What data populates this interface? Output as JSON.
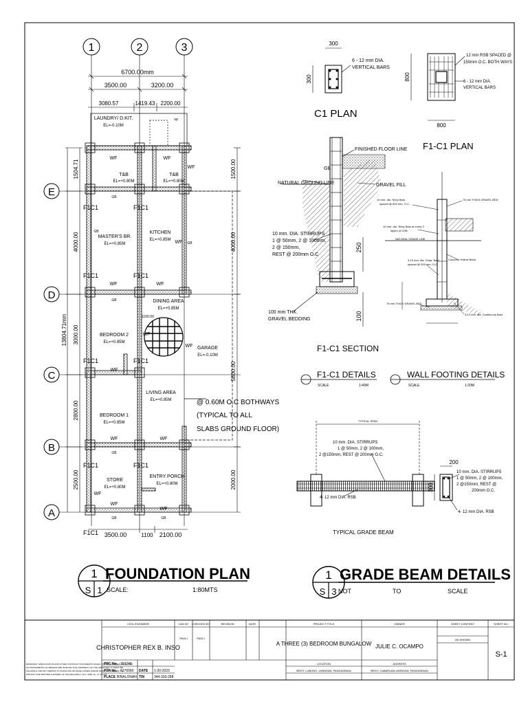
{
  "foundation_plan": {
    "grid_columns": [
      "1",
      "2",
      "3"
    ],
    "grid_rows": [
      "E",
      "D",
      "C",
      "B",
      "A"
    ],
    "dim_total_width": "6700.00mm",
    "dim_width_1": "3500.00",
    "dim_width_2": "3200.00",
    "dim_sub_1": "3080.57",
    "dim_sub_2": "1419.43",
    "dim_sub_3": "2200.00",
    "dim_bottom_1": "3500.00",
    "dim_bottom_2": "1100",
    "dim_bottom_3": "2100.00",
    "dim_total_height": "13804.71mm",
    "dim_left_1": "1504.71",
    "dim_left_2": "4000.00",
    "dim_left_3": "3000.00",
    "dim_left_4": "2800.00",
    "dim_left_5": "2500.00",
    "dim_right_1": "1500.00",
    "dim_right_2": "4000.00",
    "dim_right_3": "5800.00",
    "dim_right_4": "2000.00",
    "dim_small": "1100.00",
    "rooms": {
      "laundry": "LAUNDRY/ D.KIT.",
      "laundry_el": "EL=-0.10M",
      "tb1": "T&B",
      "tb1_el": "EL=+0.80M",
      "tb2": "T&B",
      "tb2_el": "EL=+0.80M",
      "masters": "MASTER'S BR.",
      "masters_el": "EL=+0.85M",
      "kitchen": "KITCHEN",
      "kitchen_el": "EL=+0.85M",
      "dining": "DINING AREA",
      "dining_el": "EL=+0.85M",
      "bedroom2": "BEDROOM 2",
      "bedroom2_el": "EL=+0.85M",
      "garage": "GARAGE",
      "garage_el": "EL=-0.10M",
      "living": "LIVING AREA",
      "living_el": "EL=+0.85M",
      "bedroom1": "BEDROOM 1",
      "bedroom1_el": "EL=+0.85M",
      "store": "STORE",
      "store_el": "EL=+0.80M",
      "entry": "ENTRY PORCH",
      "entry_el": "EL=+0.80M"
    },
    "footing_tag": "F1C1",
    "wall_tag": "WF",
    "gb_tag": "GB",
    "up_tag": "up",
    "slab_note_1": "@ 0.60M O.C BOTHWAYS",
    "slab_note_2": "(TYPICAL TO ALL",
    "slab_note_3": "SLABS GROUND FLOOR)",
    "title_num": "1",
    "title": "FOUNDATION PLAN",
    "title_sheet_s": "S",
    "title_sheet_n": "1",
    "scale_label": "SCALE:",
    "scale_value": "1:80MTS"
  },
  "c1_plan": {
    "dim_top": "300",
    "dim_side": "300",
    "note_1": "6 - 12 mm DIA.",
    "note_2": "VERTICAL BARS",
    "title": "C1 PLAN"
  },
  "f1c1_plan": {
    "dim_side": "800",
    "dim_bottom": "800",
    "note_1": "12 mm RSB SPACED @",
    "note_2": "150mm O.C. BOTH WAYS",
    "note_3": "6 - 12 mm DIA.",
    "note_4": "VERTICAL BARS",
    "title": "F1-C1 PLAN"
  },
  "f1c1_section": {
    "finished_floor": "FINISHED FLOOR LINE",
    "gb": "GB",
    "natural_ground": "NATURAL GROUND LINE",
    "gravel_fill": "GRAVEL FILL",
    "stirrup_1": "10 mm. DIA. STIRRUPS",
    "stirrup_2": "1 @ 50mm, 2 @ 100mm,",
    "stirrup_3": "2 @ 150mm,",
    "stirrup_4": "REST @ 200mm O.C",
    "dim_250": "250",
    "dim_100": "100",
    "gravel_1": "100 mm THK.",
    "gravel_2": "GRAVEL BEDDING",
    "title": "F1-C1 SECTION"
  },
  "f1c1_details": {
    "title": "F1-C1 DETAILS",
    "scale_label": "SCALE",
    "scale_value": "1:40M"
  },
  "wall_footing": {
    "note_1": "10 mm. dia. Temp Bars",
    "note_2": "spaced @ 600 mm. O.C.",
    "note_3": "75 mm THICK GRAVEL BED",
    "note_4": "10 mm. dia. Temp Bars at every 3",
    "note_5": "layers of CHB",
    "note_6": "NATURAL GRADE LINE",
    "note_7": "3-10 mm. dia. Temp. Bars",
    "note_8": "spaced @ 300 mm. O.C.",
    "note_9": "Concrete Hollow Block",
    "note_10": "75 mm THICK GRAVEL BED",
    "note_11": "3-10 mm. dia. Continuous Bars",
    "title": "WALL FOOTING DETAILS",
    "scale_label": "SCALE",
    "scale_value": "1:20M"
  },
  "grade_beam": {
    "span_label": "TYPICAL SPAN",
    "stirrup_1": "10 mm. DIA. STIRRUPS",
    "stirrup_2": "1 @ 50mm, 2 @ 100mm,",
    "stirrup_3": "2 @150mm, REST @ 200mm O.C.",
    "rsb": "4- 12 mm DIA. RSB",
    "typical_title": "TYPICAL GRADE BEAM",
    "section_dim_top": "200",
    "section_dim_side": "300",
    "section_stirrup_1": "10 mm. DIA. STIRRUPS",
    "section_stirrup_2": "1 @ 50mm, 2 @ 100mm,",
    "section_stirrup_3": "2 @150mm, REST @",
    "section_stirrup_4": "200mm O.C.",
    "section_rsb": "4- 12 mm DIA. RSB",
    "title_num": "1",
    "title": "GRADE BEAM DETAILS",
    "title_sheet_s": "S",
    "title_sheet_n": "3",
    "scale_not": "NOT",
    "scale_to": "TO",
    "scale_scale": "SCALE"
  },
  "title_block": {
    "disclaimer_1": "DRAWINGS, SPECIFICATION AND OTHER CONTRACT DOCUMENTS SOLELY ISSUED, STAMPED OR SEALED",
    "disclaimer_2": "AS INSTRUMENTS OF SERVICE ARE INTELLECTUAL PROPERTY OF THE ARCHITECT. IT SHALL BE",
    "disclaimer_3": "UNLAWFUL FOR ANY PERSON TO DUPLICATE OR MAKE COPIES AND/OR MODIFIED THEREOF, OR",
    "disclaimer_4": "WITHOUT THE WRITTEN CONSENT OF THE ARCHITECT. (R.A. 9266, Art. IV, Sec.33)",
    "h_civil": "CIVIL ENGINEER",
    "h_cad": "CAD BY",
    "h_checked": "CHECKED BY",
    "h_revision": "REVISION",
    "h_date": "DATE",
    "h_project": "PROJECT TITLE",
    "h_owner": "OWNER",
    "h_sheet_content": "SHEET CONTENT",
    "h_sheet_no": "SHEET NO.",
    "engineer": "CHRISTOPHER REX B. INSO",
    "cad_by": "PAOLI",
    "checked_by": "PAOLI",
    "project": "A THREE (3) BEDROOM BUNGALOW",
    "owner": "JULIE C. OCAMPO",
    "sheet_content": "AS SHOWN",
    "sheet_no": "S-1",
    "prc_label": "PRC No.",
    "prc_value": "153748",
    "ptr_label": "PTR No.",
    "ptr_value": "6176060",
    "date_label": "DATE",
    "date_value": "1-20-2023",
    "place_label": "PLACE",
    "place_value": "BINALONAN",
    "tin_label": "TIN",
    "tin_value": "344-330-288",
    "h_location": "LOCATION",
    "location": "BRGY. LUBONG, UMINGAN, PANGASINAN",
    "h_address": "ADDRESS",
    "address": "BRGY. CABARUAN,UMINGAN, PANGASINAN"
  }
}
